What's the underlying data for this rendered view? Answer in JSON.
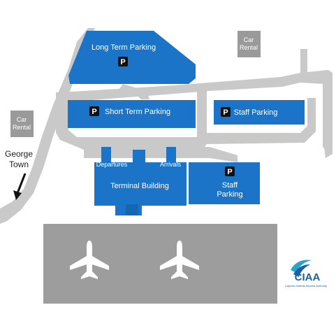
{
  "map": {
    "colors": {
      "road": "#c9c9c9",
      "building": "#1b74c7",
      "building_dark": "#1667b2",
      "apron": "#9d9d9d",
      "rental_box": "#9a9a9a",
      "text_light": "#ffffff",
      "text_dark": "#222222",
      "logo_blue": "#1a5fa8"
    },
    "labels": {
      "long_term_parking": "Long Term Parking",
      "short_term_parking": "Short Term Parking",
      "staff_parking": "Staff Parking",
      "staff_parking_box_line1": "Staff",
      "staff_parking_box_line2": "Parking",
      "terminal_building": "Terminal Building",
      "departures": "Departures",
      "arrivals": "Arrivals",
      "car_rental_top_line1": "Car",
      "car_rental_top_line2": "Rental",
      "car_rental_left_line1": "Car",
      "car_rental_left_line2": "Rental",
      "george_town_line1": "George",
      "george_town_line2": "Town",
      "parking_symbol": "P"
    },
    "logo": {
      "text": "CIAA",
      "tagline": "Cayman Islands Airports Authority"
    },
    "icons": [
      "parking-icon",
      "airplane-icon",
      "arrow-icon",
      "ciaa-logo-icon"
    ]
  }
}
